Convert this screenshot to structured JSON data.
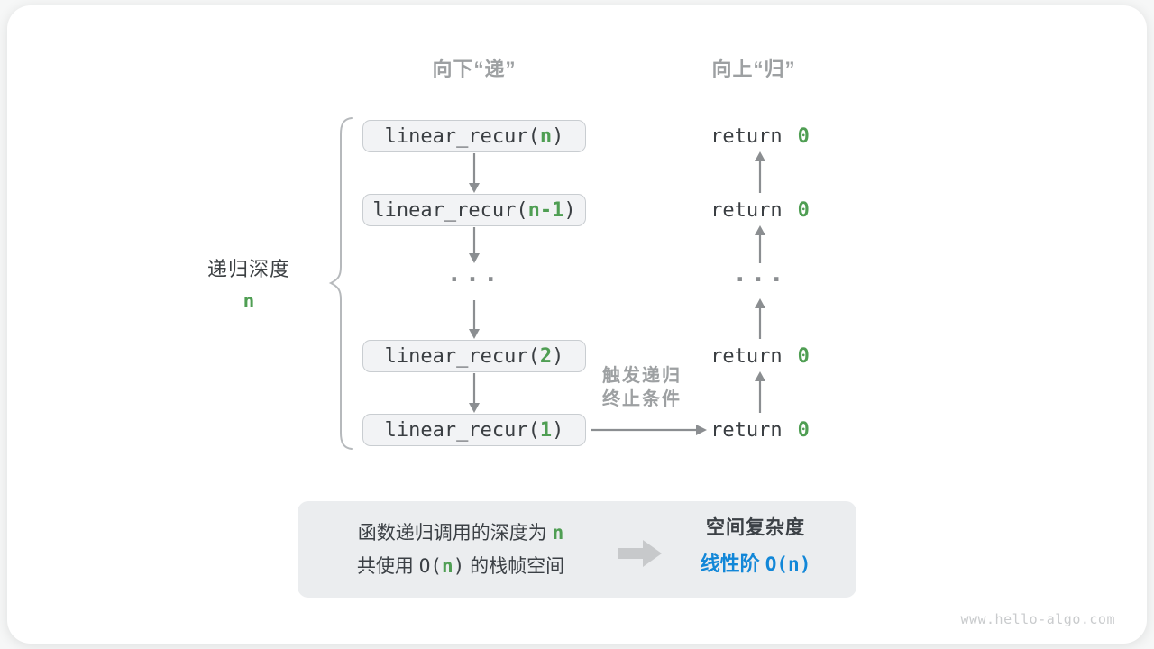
{
  "headers": {
    "descend": "向下“递”",
    "ascend": "向上“归”"
  },
  "depth_label": {
    "text": "递归深度",
    "value": "n"
  },
  "stack": {
    "calls": [
      {
        "prefix": "linear_recur(",
        "arg": "n",
        "suffix": ")"
      },
      {
        "prefix": "linear_recur(",
        "arg": "n-1",
        "suffix": ")"
      },
      {
        "prefix": "linear_recur(",
        "arg": "2",
        "suffix": ")"
      },
      {
        "prefix": "linear_recur(",
        "arg": "1",
        "suffix": ")"
      }
    ],
    "ellipsis": "..."
  },
  "returns": {
    "items": [
      {
        "keyword": "return",
        "value": "0"
      },
      {
        "keyword": "return",
        "value": "0"
      },
      {
        "keyword": "return",
        "value": "0"
      },
      {
        "keyword": "return",
        "value": "0"
      }
    ],
    "ellipsis": "..."
  },
  "trigger_label": {
    "line1": "触发递归",
    "line2": "终止条件"
  },
  "summary": {
    "line1": {
      "pre": "函数递归调用的深度为 ",
      "arg": "n"
    },
    "line2": {
      "pre": "共使用 ",
      "o": "O(",
      "arg": "n",
      "close": ")",
      "post": " 的栈帧空间"
    },
    "result_title": "空间复杂度",
    "result_zh": "线性阶 ",
    "result_code": "O(n)"
  },
  "watermark": "www.hello-algo.com",
  "colors": {
    "green": "#4f9e53",
    "blue": "#1287d8",
    "gray_label": "#9da0a2",
    "dark_text": "#3b4045",
    "box_fill": "#f2f3f5",
    "box_border": "#c9cdd1",
    "arrow": "#8b8e91",
    "summary_fill": "#ebedef"
  }
}
